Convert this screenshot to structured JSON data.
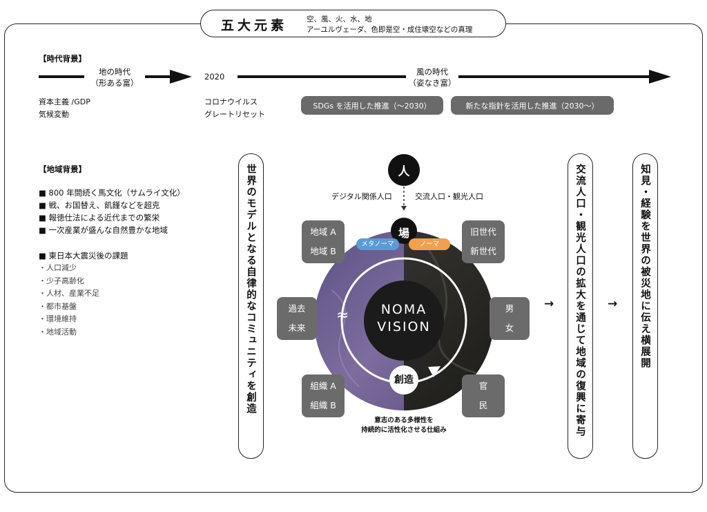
{
  "title": {
    "main": "五大元素",
    "sub_line1": "空、風、火、水、地",
    "sub_line2": "アーユルヴェーダ、色即是空・成住壊空などの真理"
  },
  "timeline": {
    "section_label": "【時代背景】",
    "earth_era_line1": "地の時代",
    "earth_era_line2": "（形ある富）",
    "year": "2020",
    "wind_era_line1": "風の時代",
    "wind_era_line2": "（姿なき富）",
    "left_note_line1": "資本主義 /GDP",
    "left_note_line2": "気候変動",
    "mid_note_line1": "コロナウイルス",
    "mid_note_line2": "グレートリセット",
    "pill_sdgs": "SDGs を活用した推進（～2030）",
    "pill_new": "新たな指針を活用した推進（2030～）"
  },
  "region": {
    "section_label": "【地域背景】",
    "bullets": [
      "■ 800 年間続く馬文化（サムライ文化）",
      "■ 戦、お国替え、飢饉などを超克",
      "■ 報徳仕法による近代までの繁栄",
      "■ 一次産業が盛んな自然豊かな地域"
    ],
    "issues_title": "■ 東日本大震災後の課題",
    "issues": [
      "・人口減少",
      "・少子高齢化",
      "・人材、産業不足",
      "・都市基盤",
      "・環境維持",
      "・地域活動"
    ]
  },
  "boxes": {
    "left_vertical": "世界のモデルとなる自律的なコミュニティを創造",
    "mid_vertical": "交流人口・観光人口の拡大を通じて地域の復興に寄与",
    "right_vertical": "知見・経験を世界の被災地に伝え横展開"
  },
  "diagram": {
    "person": "人",
    "digital_label": "デジタル関係人口",
    "exchange_label": "交流人口・観光人口",
    "place": "場",
    "meta_noma": "メタノーマ",
    "noma": "ノーマ",
    "center_line1": "NOMA",
    "center_line2": "VISION",
    "creation": "創造",
    "wave": "≈",
    "caption_line1": "意志のある多様性を",
    "caption_line2": "持続的に活性化させる仕組み",
    "region_a": "地域 A",
    "region_b": "地域 B",
    "old_gen": "旧世代",
    "new_gen": "新世代",
    "past": "過去",
    "future": "未来",
    "male": "男",
    "female": "女",
    "org_a": "組織 A",
    "org_b": "組織 B",
    "gov": "官",
    "civ": "民",
    "arrow1": "→",
    "arrow2": "→"
  },
  "colors": {
    "accent_blue": "#5b9bd5",
    "accent_orange": "#f0a050",
    "box_gray": "#6b6b6b",
    "purple_land": "#6e5d92",
    "dark_land": "#2b2b26"
  }
}
